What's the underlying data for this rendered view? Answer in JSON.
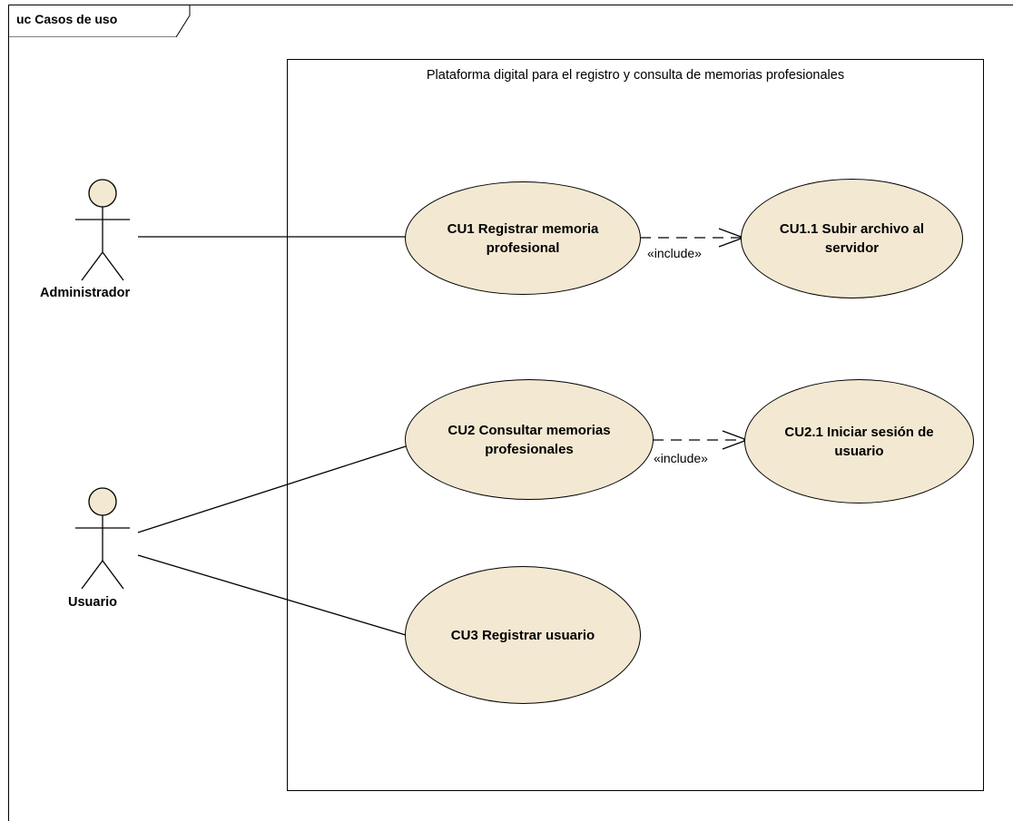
{
  "frame": {
    "label": "uc Casos de uso"
  },
  "system": {
    "title": "Plataforma digital para el registro y consulta de memorias profesionales"
  },
  "actors": [
    {
      "id": "administrador",
      "name": "Administrador"
    },
    {
      "id": "usuario",
      "name": "Usuario"
    }
  ],
  "use_cases": [
    {
      "id": "cu1",
      "label": "CU1 Registrar memoria\nprofesional"
    },
    {
      "id": "cu1_1",
      "label": "CU1.1  Subir archivo al\nservidor"
    },
    {
      "id": "cu2",
      "label": "CU2 Consultar memorias\nprofesionales"
    },
    {
      "id": "cu2_1",
      "label": "CU2.1 Iniciar sesión de\nusuario"
    },
    {
      "id": "cu3",
      "label": "CU3 Registrar usuario"
    }
  ],
  "relations": [
    {
      "type": "association",
      "from": "Administrador",
      "to": "CU1"
    },
    {
      "type": "association",
      "from": "Usuario",
      "to": "CU2"
    },
    {
      "type": "association",
      "from": "Usuario",
      "to": "CU3"
    },
    {
      "type": "include",
      "from": "CU1",
      "to": "CU1.1",
      "label": "«include»"
    },
    {
      "type": "include",
      "from": "CU2",
      "to": "CU2.1",
      "label": "«include»"
    }
  ],
  "colors": {
    "usecase_fill": "#f3e8d2",
    "actor_head_fill": "#f3e8d2",
    "line": "#000000",
    "background": "#ffffff"
  }
}
